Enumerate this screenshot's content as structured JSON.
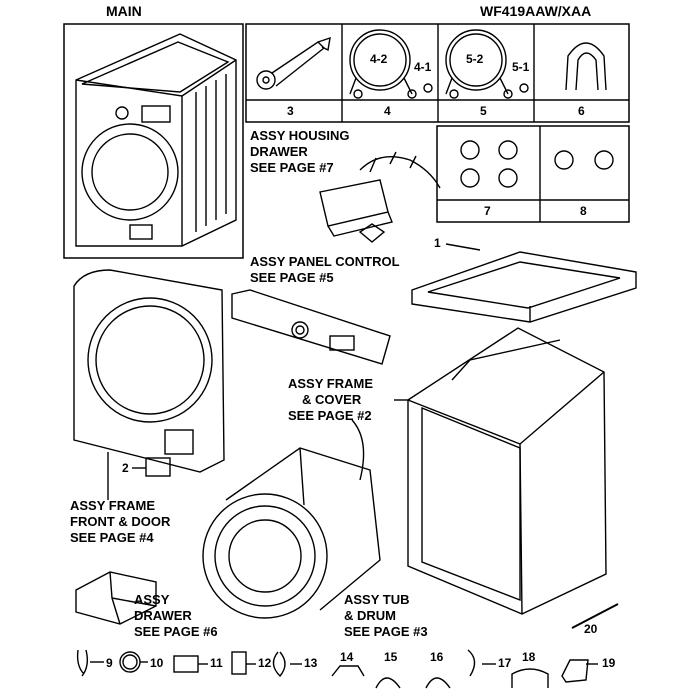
{
  "header": {
    "left": "MAIN",
    "right": "WF419AAW/XAA"
  },
  "parts_grid": {
    "top_row": [
      {
        "num": "3"
      },
      {
        "num": "4",
        "sub_a": "4-2",
        "sub_b": "4-1"
      },
      {
        "num": "5",
        "sub_a": "5-2",
        "sub_b": "5-1"
      },
      {
        "num": "6"
      }
    ],
    "mid_row": [
      {
        "num": "7"
      },
      {
        "num": "8"
      }
    ]
  },
  "assemblies": {
    "housing": [
      "ASSY HOUSING",
      "DRAWER",
      "SEE PAGE #7"
    ],
    "panel": [
      "ASSY PANEL CONTROL",
      "SEE PAGE #5"
    ],
    "frame_cover": [
      "ASSY FRAME",
      "& COVER",
      "SEE PAGE #2"
    ],
    "frame_front": [
      "ASSY FRAME",
      "FRONT & DOOR",
      "SEE PAGE #4"
    ],
    "drawer": [
      "ASSY",
      "DRAWER",
      "SEE PAGE #6"
    ],
    "tub": [
      "ASSY TUB",
      "& DRUM",
      "SEE PAGE #3"
    ]
  },
  "callouts": {
    "c1": "1",
    "c2": "2",
    "c20": "20"
  },
  "bottom_parts": [
    "9",
    "10",
    "11",
    "12",
    "13",
    "14",
    "15",
    "16",
    "17",
    "18",
    "19"
  ]
}
